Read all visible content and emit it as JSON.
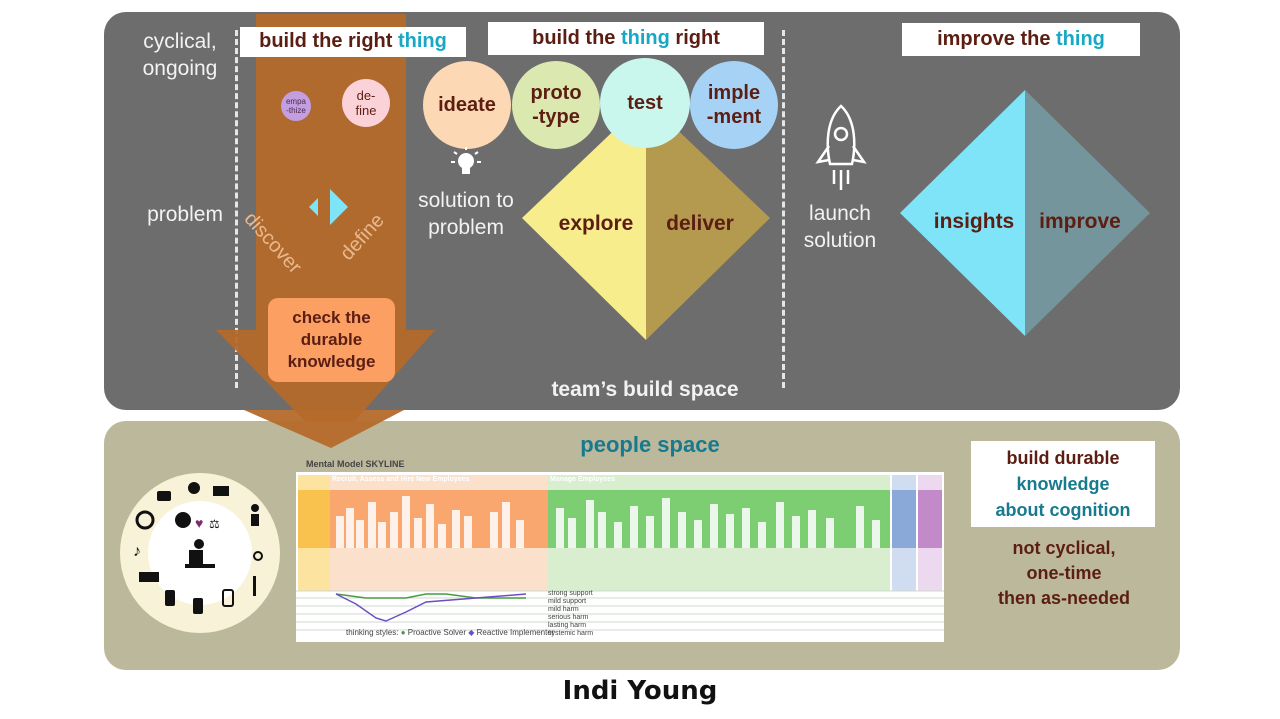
{
  "top_panel": {
    "cycle_label": "cyclical,\nongoing",
    "problem_label": "problem",
    "build_right_thing": {
      "pre": "build the right ",
      "accent": "thing"
    },
    "build_thing_right": {
      "pre": "build the ",
      "accent": "thing",
      "post": " right"
    },
    "improve_thing": {
      "pre": "improve the ",
      "accent": "thing"
    },
    "arrow": {
      "empathize": "empa\n-thize",
      "define_small": "de-\nfine",
      "discover": "discover",
      "define": "define",
      "check_knowledge": "check the\ndurable\nknowledge"
    },
    "circles": [
      {
        "label": "ideate",
        "color": "#fcd8b4"
      },
      {
        "label": "proto\n-type",
        "color": "#dbe8b0"
      },
      {
        "label": "test",
        "color": "#c9f7ee"
      },
      {
        "label": "imple\n-ment",
        "color": "#a6d2f5"
      }
    ],
    "solution_label": "solution to\nproblem",
    "explore": "explore",
    "deliver": "deliver",
    "launch_label": "launch\nsolution",
    "insights": "insights",
    "improve": "improve",
    "build_space": "team’s build space",
    "colors": {
      "explore": "#f7ed8c",
      "deliver": "#b39a4f",
      "insights": "#7fe4f8",
      "improve": "#73959b",
      "arrow": "#b56a2b",
      "orange_box": "#fb9f63"
    }
  },
  "bottom_panel": {
    "title": "people space",
    "skyline_title": "Mental Model SKYLINE",
    "sections": [
      "Recruit, Assess and Hire New Employees",
      "Manage Employees"
    ],
    "scale_labels": [
      "strong support",
      "mild support",
      "mild harm",
      "serious harm",
      "lasting harm",
      "systemic harm"
    ],
    "thinking_styles_label": "thinking styles:",
    "legend": [
      "Proactive Solver",
      "Reactive Implementer"
    ],
    "durable": {
      "line1": "build durable",
      "line2": "knowledge",
      "line3": "about cognition"
    },
    "not_cyclical": "not cyclical,\none-time\nthen as-needed"
  },
  "footer": {
    "logo": "Indi Young"
  }
}
